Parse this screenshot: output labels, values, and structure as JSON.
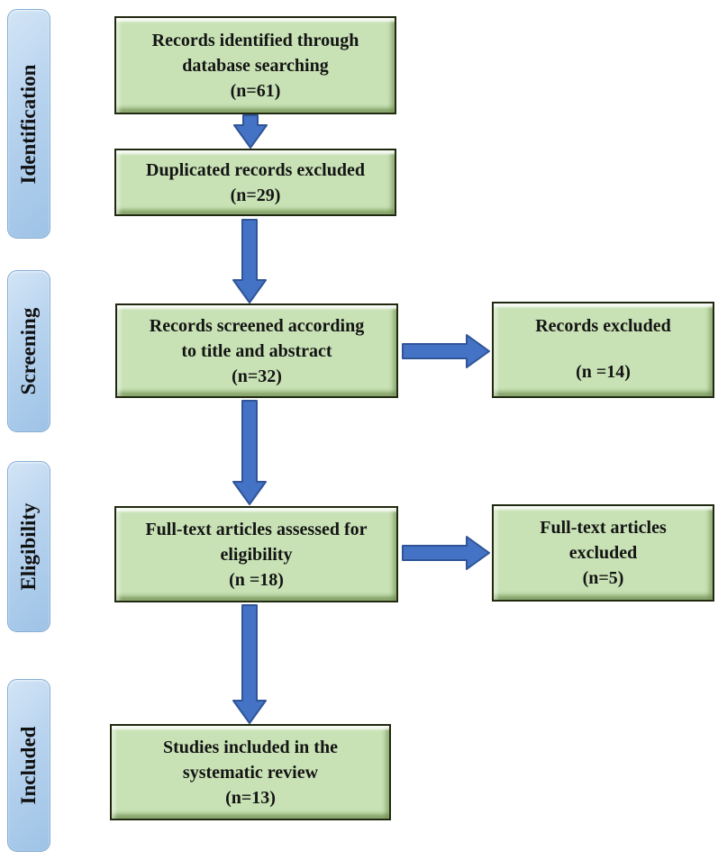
{
  "diagram_type": "prisma-flow",
  "colors": {
    "box_fill": "#c8e2b5",
    "box_border": "#20290f",
    "arrow_fill": "#4472c4",
    "arrow_border": "#2f5597",
    "stage_fill": "#b6d2ee",
    "stage_border": "#85add4"
  },
  "stages": [
    {
      "label": "Identification"
    },
    {
      "label": "Screening"
    },
    {
      "label": "Eligibility"
    },
    {
      "label": "Included"
    }
  ],
  "boxes": {
    "identified": "Records identified through\ndatabase searching\n(n=61)",
    "duplicates_excluded": "Duplicated records excluded\n(n=29)",
    "screened": "Records screened according\nto title and abstract\n(n=32)",
    "records_excluded": "Records excluded\n\n(n =14)",
    "fulltext_assessed": "Full-text articles assessed for\neligibility\n(n =18)",
    "fulltext_excluded": "Full-text articles\nexcluded\n(n=5)",
    "studies_included": "Studies included in the\nsystematic review\n(n=13)"
  }
}
